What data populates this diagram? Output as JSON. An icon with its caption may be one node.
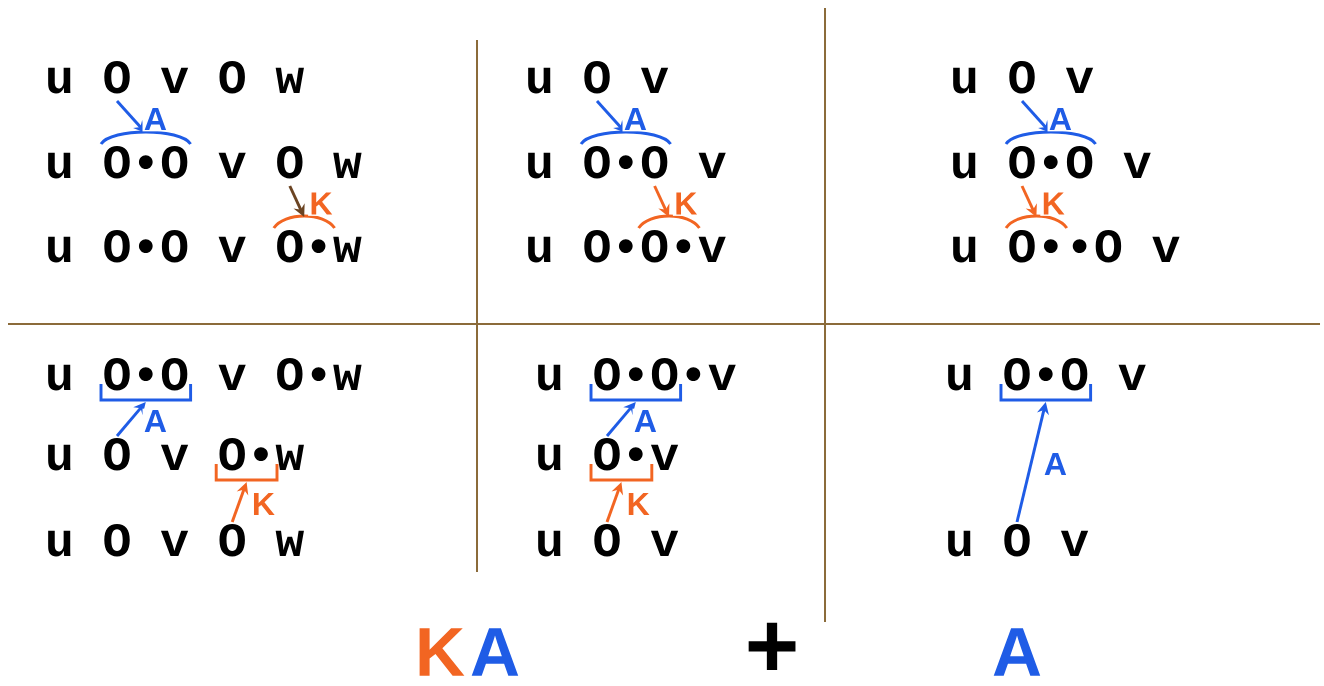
{
  "diagram": {
    "nodes": [
      {
        "text": [
          "u O v O w"
        ]
      },
      {
        "text": [
          "u O•O v O w"
        ]
      },
      {
        "text": [
          "u O•O v O•w"
        ]
      },
      {
        "text": [
          "u O v"
        ]
      },
      {
        "text": [
          "u O•O v"
        ]
      },
      {
        "text": [
          "u O•O•v"
        ]
      },
      {
        "text": [
          "u O v"
        ]
      },
      {
        "text": [
          "u O•O v"
        ]
      },
      {
        "text": [
          "u O••O v"
        ]
      },
      {
        "text": [
          "u O•O v O•w"
        ]
      },
      {
        "text": [
          "u O v O•w"
        ]
      },
      {
        "text": [
          "u O v O w"
        ]
      },
      {
        "text": [
          "u O•O•v"
        ]
      },
      {
        "text": [
          "u O•v"
        ]
      },
      {
        "text": [
          "u O v"
        ]
      },
      {
        "text": [
          "u O•O v"
        ]
      },
      {
        "text": [
          "u O v"
        ]
      }
    ],
    "edges": [
      {
        "from": 0,
        "to": 1,
        "arrow": "to",
        "label": "A",
        "color": "#1f5ce6"
      },
      {
        "from": 1,
        "to": 2,
        "arrow": "to",
        "label": "K",
        "color": "#6b4423"
      },
      {
        "from": 3,
        "to": 4,
        "arrow": "to",
        "label": "A",
        "color": "#1f5ce6"
      },
      {
        "from": 4,
        "to": 5,
        "arrow": "to",
        "label": "K",
        "color": "#f26522"
      },
      {
        "from": 6,
        "to": 7,
        "arrow": "to",
        "label": "A",
        "color": "#1f5ce6"
      },
      {
        "from": 7,
        "to": 8,
        "arrow": "to",
        "label": "K",
        "color": "#f26522"
      },
      {
        "from": 10,
        "to": 9,
        "arrow": "to",
        "label": "A",
        "color": "#1f5ce6"
      },
      {
        "from": 11,
        "to": 10,
        "arrow": "to",
        "label": "K",
        "color": "#f26522"
      },
      {
        "from": 13,
        "to": 12,
        "arrow": "to",
        "label": "A",
        "color": "#1f5ce6"
      },
      {
        "from": 14,
        "to": 13,
        "arrow": "to",
        "label": "K",
        "color": "#f26522"
      },
      {
        "from": 16,
        "to": 15,
        "arrow": "to",
        "label": "A",
        "color": "#1f5ce6"
      }
    ],
    "labels": [
      "K",
      "A",
      "+",
      "A"
    ]
  }
}
